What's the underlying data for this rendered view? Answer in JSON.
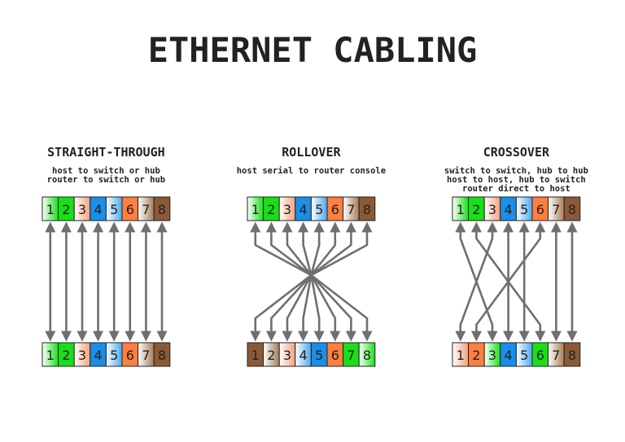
{
  "title": "ETHERNET CABLING",
  "colors": {
    "wo": "#f4a07a",
    "o": "#ff7f3f",
    "wg": "#ccf5cc",
    "g": "#17e017",
    "wb": "#a8d4f5",
    "b": "#1a8ee8",
    "wbr": "#d9b89a",
    "br": "#8b5a34",
    "arrow": "#6f6f6f"
  },
  "panels": [
    {
      "name": "straight-through",
      "title": "STRAIGHT-THROUGH",
      "subtitle": [
        "host to switch or hub",
        "router to switch or hub"
      ],
      "top_pins": [
        "wg",
        "g",
        "wo",
        "b",
        "wb",
        "o",
        "wbr",
        "br"
      ],
      "bottom_pins": [
        "wg",
        "g",
        "wo",
        "b",
        "wb",
        "o",
        "wbr",
        "br"
      ],
      "wiring": [
        1,
        2,
        3,
        4,
        5,
        6,
        7,
        8
      ]
    },
    {
      "name": "rollover",
      "title": "ROLLOVER",
      "subtitle": [
        "host serial to router console"
      ],
      "top_pins": [
        "wg",
        "g",
        "wo",
        "b",
        "wb",
        "o",
        "wbr",
        "br"
      ],
      "bottom_pins": [
        "br",
        "wbr",
        "wo",
        "wb",
        "b",
        "o",
        "g",
        "wg"
      ],
      "wiring": [
        8,
        7,
        6,
        5,
        4,
        3,
        2,
        1
      ]
    },
    {
      "name": "crossover",
      "title": "CROSSOVER",
      "subtitle": [
        "switch to switch, hub to hub",
        "host to host, hub to switch",
        "router direct to host"
      ],
      "top_pins": [
        "wg",
        "g",
        "wo",
        "b",
        "wb",
        "o",
        "wbr",
        "br"
      ],
      "bottom_pins": [
        "wo",
        "o",
        "wg",
        "b",
        "wb",
        "g",
        "wbr",
        "br"
      ],
      "wiring": [
        3,
        6,
        1,
        4,
        5,
        2,
        7,
        8
      ]
    }
  ]
}
